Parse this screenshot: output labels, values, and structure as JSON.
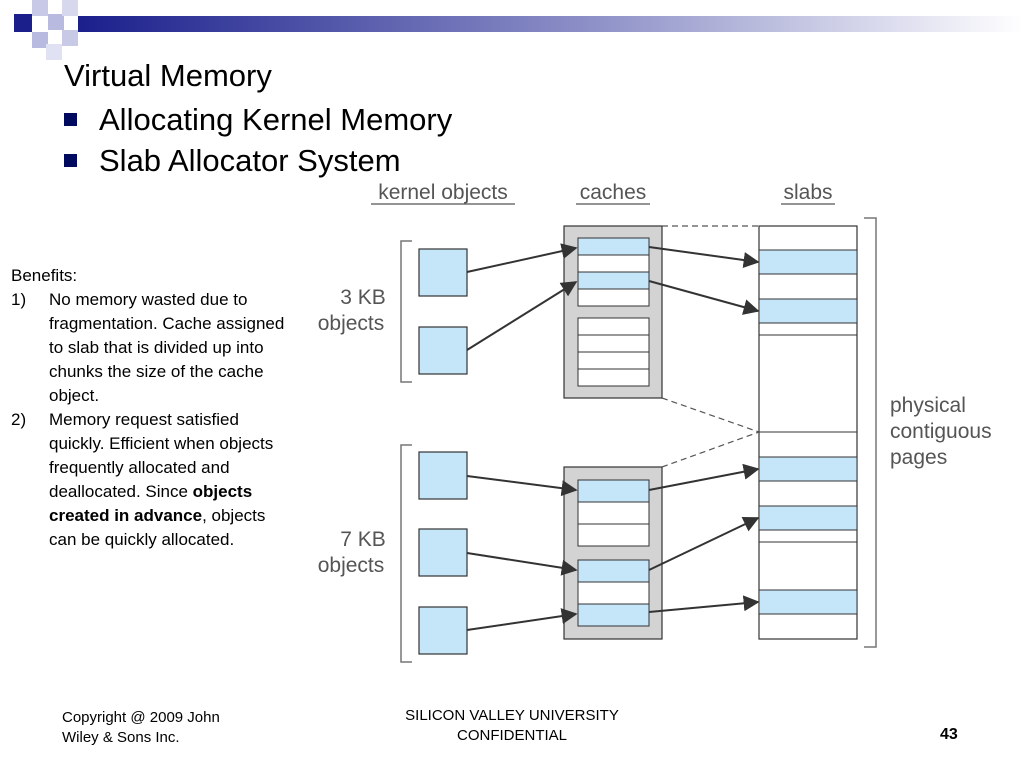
{
  "colors": {
    "bar_dark": "#1a1f8c",
    "bar_light": "#ffffff",
    "bullet": "#000a5e",
    "block_fill": "#c5e6f8",
    "cache_fill": "#d3d3d3",
    "label_text": "#555555"
  },
  "slide": {
    "title": "Virtual Memory",
    "bullets": [
      "Allocating Kernel Memory",
      "Slab Allocator System"
    ]
  },
  "benefits": {
    "heading": "Benefits:",
    "items": [
      {
        "num": "1)",
        "text": "No memory wasted due to fragmentation.  Cache assigned to slab that is divided up into chunks the size of the cache object."
      },
      {
        "num": "2)",
        "text_before": "Memory request satisfied quickly. Efficient when objects frequently allocated and deallocated. Since ",
        "text_bold": "objects created in advance",
        "text_after": ", objects can be quickly allocated."
      }
    ]
  },
  "diagram": {
    "headers": {
      "kernel_objects": "kernel objects",
      "caches": "caches",
      "slabs": "slabs"
    },
    "group_3kb": {
      "line1": "3 KB",
      "line2": "objects"
    },
    "group_7kb": {
      "line1": "7 KB",
      "line2": "objects"
    },
    "physical": {
      "line1": "physical",
      "line2": "contiguous",
      "line3": "pages"
    }
  },
  "footer": {
    "copyright_line1": "Copyright @ 2009 John",
    "copyright_line2": "Wiley & Sons Inc.",
    "center_line1": "SILICON VALLEY UNIVERSITY",
    "center_line2": "CONFIDENTIAL",
    "page_number": "43"
  }
}
